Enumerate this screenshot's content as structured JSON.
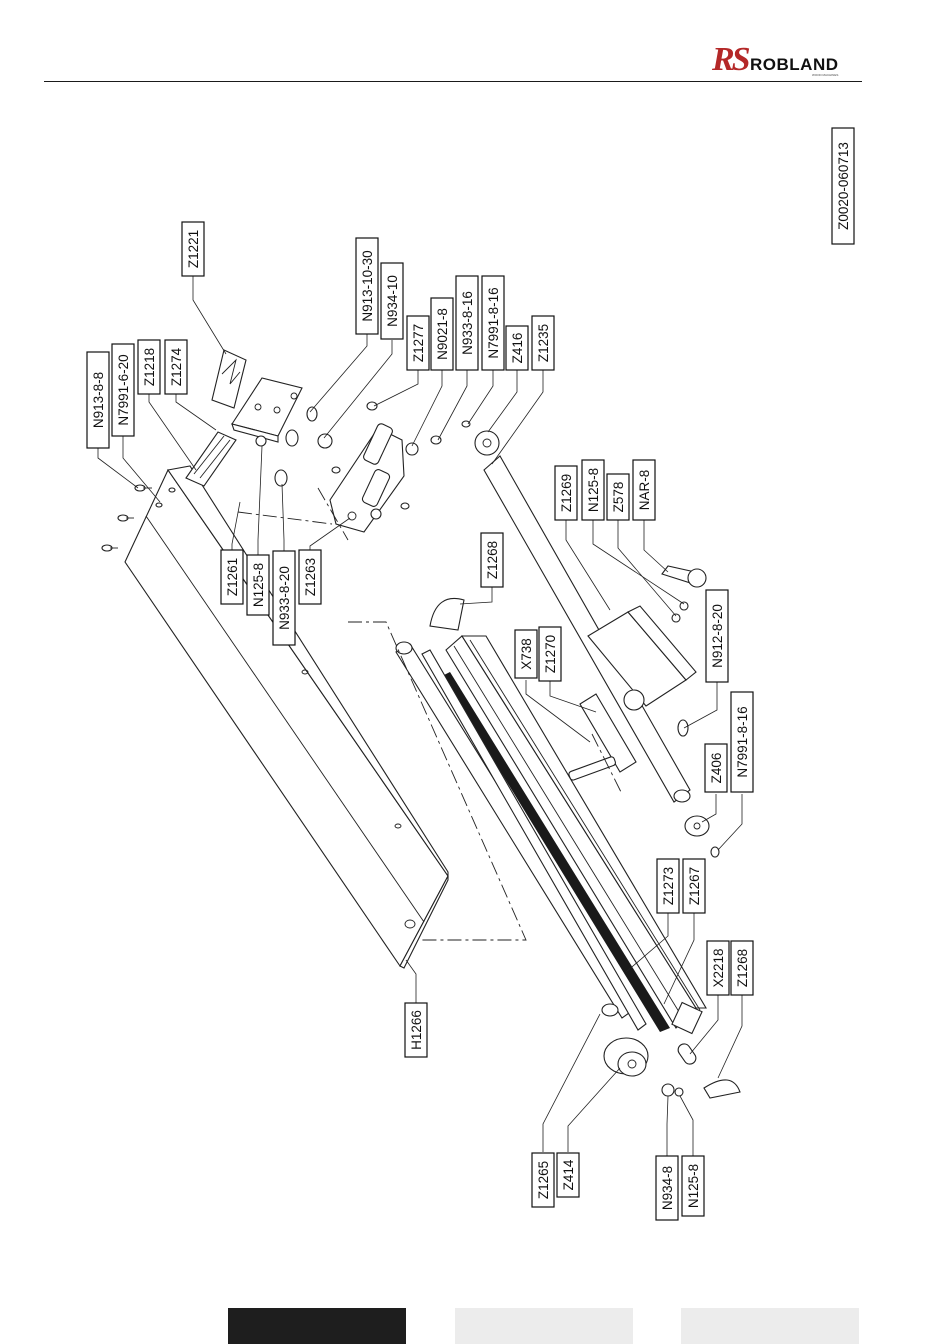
{
  "header": {
    "brand_mark": "RS",
    "brand_name": "ROBLAND",
    "brand_tagline": "WOOD MACHINES"
  },
  "drawing_number": "Z0020-060713",
  "callouts": {
    "c1": "N913-8-8",
    "c2": "N7991-6-20",
    "c3": "Z1218",
    "c4": "Z1274",
    "c5": "Z1221",
    "c6": "N913-10-30",
    "c7": "N934-10",
    "c8": "Z1277",
    "c9": "N9021-8",
    "c10": "N933-8-16",
    "c11": "N7991-8-16",
    "c12": "Z416",
    "c13": "Z1235",
    "c14": "Z1269",
    "c15": "N125-8",
    "c16": "Z578",
    "c17": "NAR-8",
    "c18": "Z1261",
    "c19": "N125-8",
    "c20": "N933-8-20",
    "c21": "Z1263",
    "c22": "Z1268",
    "c23": "X738",
    "c24": "Z1270",
    "c25": "N912-8-20",
    "c26": "Z406",
    "c27": "N7991-8-16",
    "c28": "Z1273",
    "c29": "Z1267",
    "c30": "X2218",
    "c31": "Z1268",
    "c32": "H1266",
    "c33": "Z1265",
    "c34": "Z414",
    "c35": "N934-8",
    "c36": "N125-8"
  },
  "footer_tabs": [
    {
      "state": "active",
      "color": "#1e1e1e"
    },
    {
      "state": "inactive",
      "color": "#ececec"
    },
    {
      "state": "inactive",
      "color": "#ececec"
    }
  ]
}
